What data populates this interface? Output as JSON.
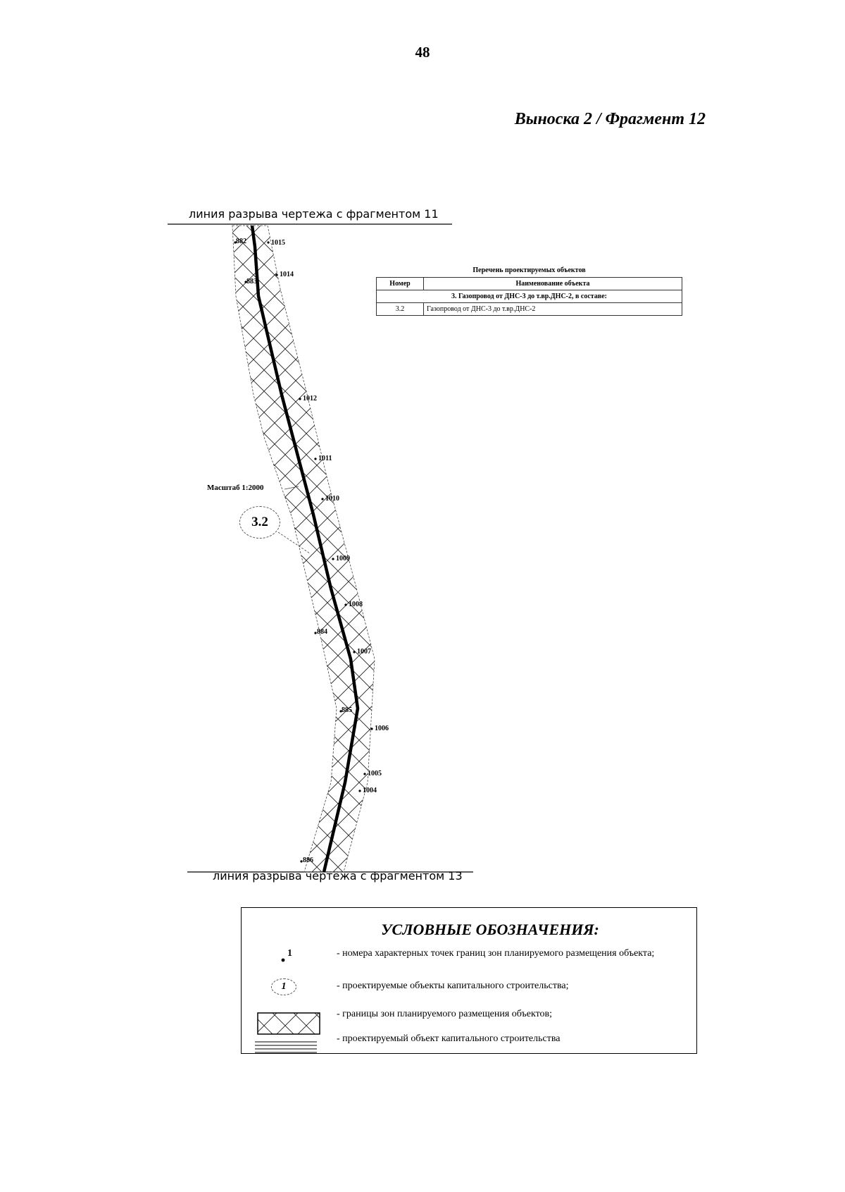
{
  "page": {
    "number": "48",
    "callout_title": "Выноска 2 / Фрагмент 12"
  },
  "map": {
    "break_top": "линия разрыва чертежа с фрагментом 11",
    "break_bottom": "линия разрыва чертежа с фрагментом 13",
    "scale": "Масштаб 1:2000",
    "object_label": "3.2",
    "points": [
      {
        "label": "882"
      },
      {
        "label": "1015"
      },
      {
        "label": "1014"
      },
      {
        "label": "883"
      },
      {
        "label": "1012"
      },
      {
        "label": "1011"
      },
      {
        "label": "1010"
      },
      {
        "label": "1009"
      },
      {
        "label": "1008"
      },
      {
        "label": "884"
      },
      {
        "label": "1007"
      },
      {
        "label": "885"
      },
      {
        "label": "1006"
      },
      {
        "label": "1005"
      },
      {
        "label": "1004"
      },
      {
        "label": "886"
      }
    ]
  },
  "objects_table": {
    "title": "Перечень проектируемых объектов",
    "headers": [
      "Номер",
      "Наименование объекта"
    ],
    "group_row": "3. Газопровод от ДНС-3 до т.вр.ДНС-2, в составе:",
    "rows": [
      {
        "number": "3.2",
        "name": "Газопровод от ДНС-3 до т.вр.ДНС-2"
      }
    ]
  },
  "legend": {
    "title": "УСЛОВНЫЕ ОБОЗНАЧЕНИЯ:",
    "point_symbol": "1",
    "object_symbol": "1",
    "items": [
      {
        "text": "- номера характерных точек границ зон планируемого размещения объекта;"
      },
      {
        "text": "- проектируемые объекты капитального строительства;"
      },
      {
        "text": "- границы зон планируемого размещения объектов;"
      },
      {
        "text": "- проектируемый объект капитального строительства"
      }
    ]
  }
}
